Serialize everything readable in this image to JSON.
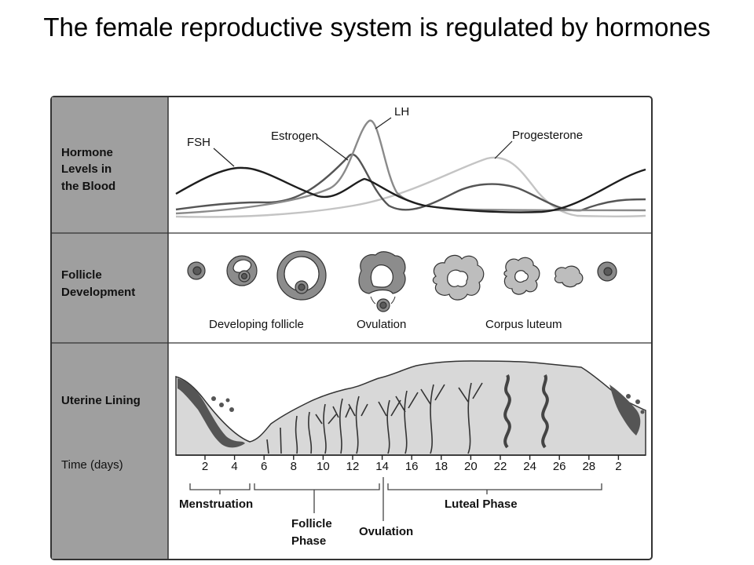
{
  "title": "The female reproductive system is regulated by hormones",
  "rows": {
    "hormone": [
      "Hormone",
      "Levels in",
      "the Blood"
    ],
    "follicle": [
      "Follicle",
      "Development"
    ],
    "uterine": "Uterine Lining",
    "time": "Time (days)"
  },
  "hormones": {
    "fsh": "FSH",
    "estrogen": "Estrogen",
    "lh": "LH",
    "progesterone": "Progesterone"
  },
  "follicle_stages": {
    "developing": "Developing follicle",
    "ovulation": "Ovulation",
    "corpus": "Corpus luteum"
  },
  "days": [
    "2",
    "4",
    "6",
    "8",
    "10",
    "12",
    "14",
    "16",
    "18",
    "20",
    "22",
    "24",
    "26",
    "28",
    "2"
  ],
  "phases": {
    "menstruation": "Menstruation",
    "follicle": [
      "Follicle",
      "Phase"
    ],
    "ovulation": "Ovulation",
    "luteal": "Luteal Phase"
  },
  "colors": {
    "fsh": "#1e1e1e",
    "estrogen": "#555555",
    "lh": "#8a8a8a",
    "progesterone": "#c4c4c4",
    "label_panel": "#9f9f9f",
    "lining": "#d8d8d8"
  }
}
